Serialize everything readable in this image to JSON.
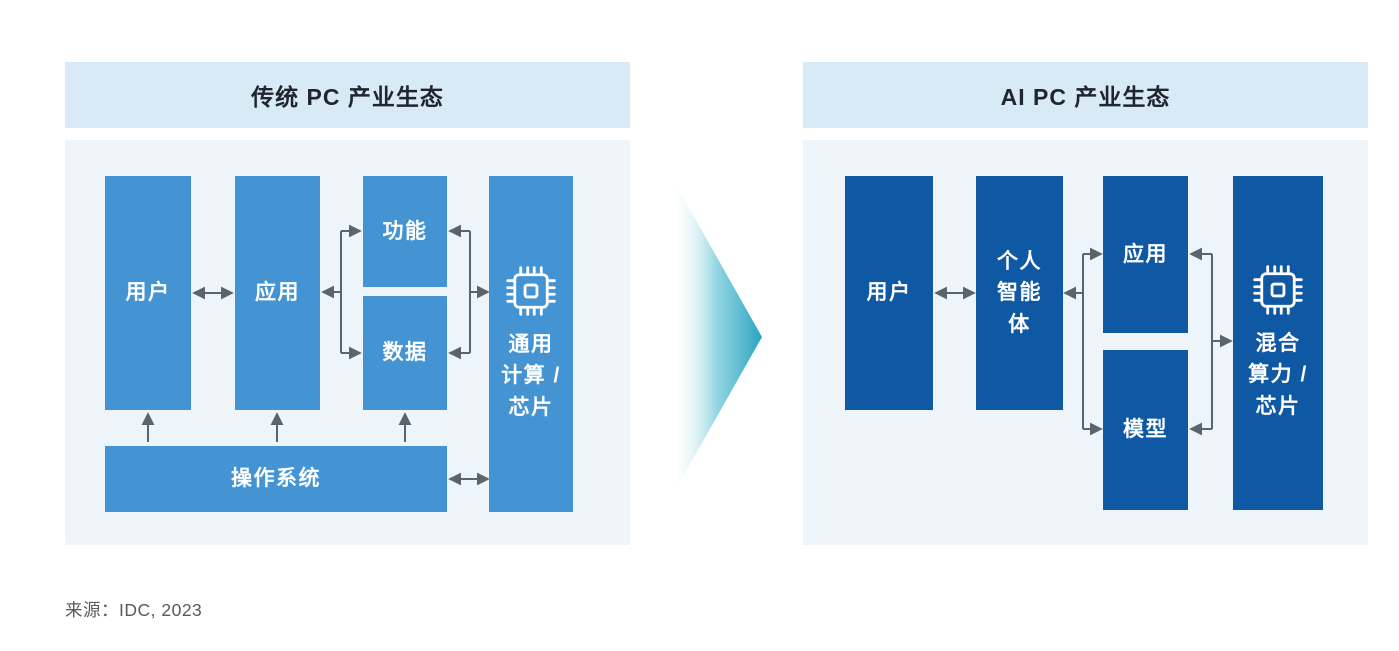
{
  "colors": {
    "page_bg": "#ffffff",
    "panel_header_bg": "#d9eaf7",
    "panel_body_bg": "#eef5fa",
    "left_block": "#4494d3",
    "right_block": "#0e58a4",
    "block_text": "#ffffff",
    "title_text": "#20262e",
    "connector": "#5a646c",
    "triangle_mid": "#7fcddb",
    "triangle_tip": "#28a3c2",
    "source_text": "#595959"
  },
  "icons": {
    "chip": "cpu-chip-icon"
  },
  "left_panel": {
    "title": "传统 PC 产业生态",
    "blocks": {
      "user": "用户",
      "app": "应用",
      "function": "功能",
      "data": "数据",
      "chip": "通用\n计算 /\n芯片",
      "os": "操作系统"
    }
  },
  "right_panel": {
    "title": "AI PC 产业生态",
    "blocks": {
      "user": "用户",
      "agent": "个人\n智能\n体",
      "app": "应用",
      "model": "模型",
      "chip": "混合\n算力 /\n芯片"
    }
  },
  "source_note": "来源：IDC, 2023"
}
